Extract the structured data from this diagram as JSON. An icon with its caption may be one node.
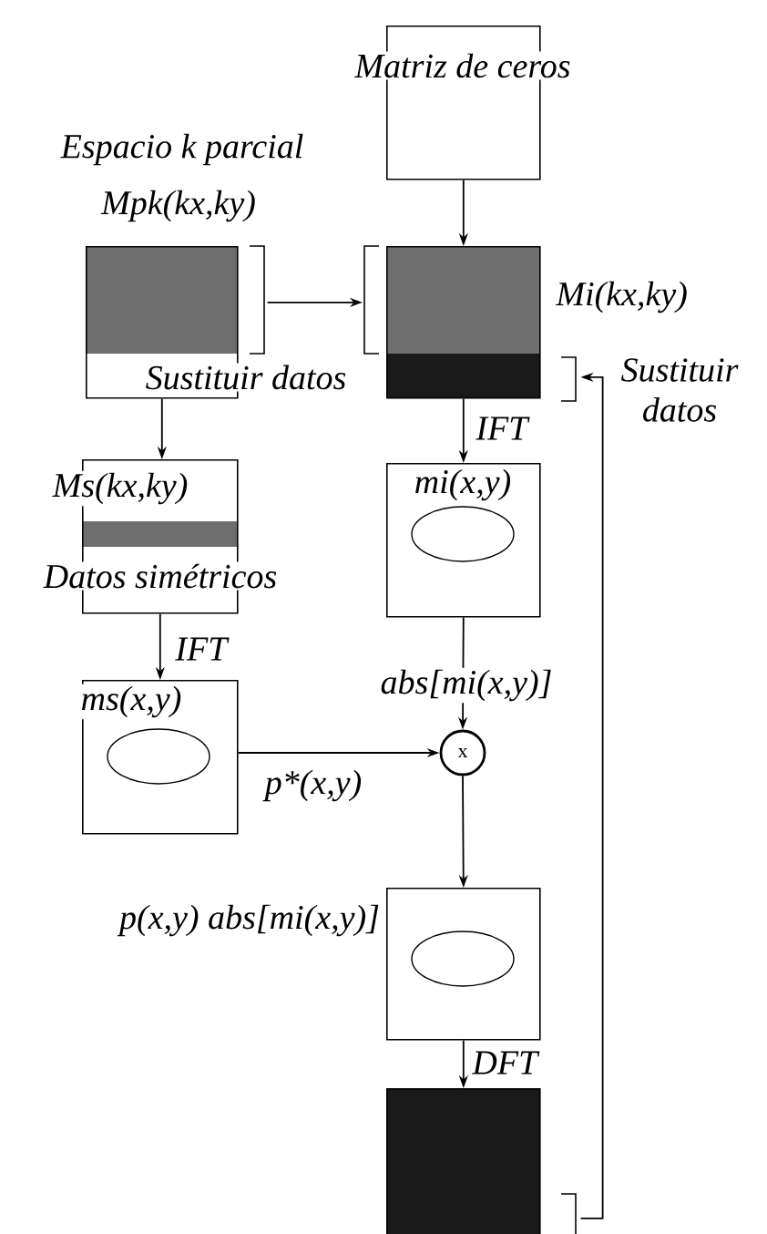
{
  "diagram": {
    "nodes": [
      {
        "text": [
          "Matriz de ceros"
        ]
      },
      {
        "text": [
          "Espacio k parcial",
          "Mpk(kx,ky)"
        ]
      },
      {
        "text": [],
        "shape": "box",
        "beside": [
          "Mi(kx,ky)"
        ]
      },
      {
        "text": [
          "Ms(kx,ky)",
          "Datos simétricos"
        ]
      },
      {
        "text": [
          "mi(x,y)"
        ]
      },
      {
        "text": [
          "ms(x,y)"
        ]
      },
      {
        "text": [
          "x"
        ]
      },
      {
        "text": [
          "p(x,y) abs[mi(x,y)]"
        ]
      },
      {
        "text": [],
        "shape": "box"
      }
    ],
    "edges": [
      {
        "from": 0,
        "to": 2,
        "arrow": "to"
      },
      {
        "from": 1,
        "to": 2,
        "arrow": "to"
      },
      {
        "from": 1,
        "to": 3,
        "arrow": "to"
      },
      {
        "from": 2,
        "to": 4,
        "arrow": "to",
        "label": "IFT"
      },
      {
        "from": 3,
        "to": 5,
        "arrow": "to",
        "label": "IFT"
      },
      {
        "from": 4,
        "to": 6,
        "arrow": "to",
        "label": "abs[mi(x,y)]"
      },
      {
        "from": 5,
        "to": 6,
        "arrow": "to",
        "label": "p*(x,y)"
      },
      {
        "from": 6,
        "to": 7,
        "arrow": "to"
      },
      {
        "from": 7,
        "to": 8,
        "arrow": "to",
        "label": "DFT"
      },
      {
        "from": 8,
        "to": 2,
        "arrow": "to",
        "label": "Sustituir datos"
      }
    ],
    "labels": [
      "Sustituir datos"
    ]
  }
}
